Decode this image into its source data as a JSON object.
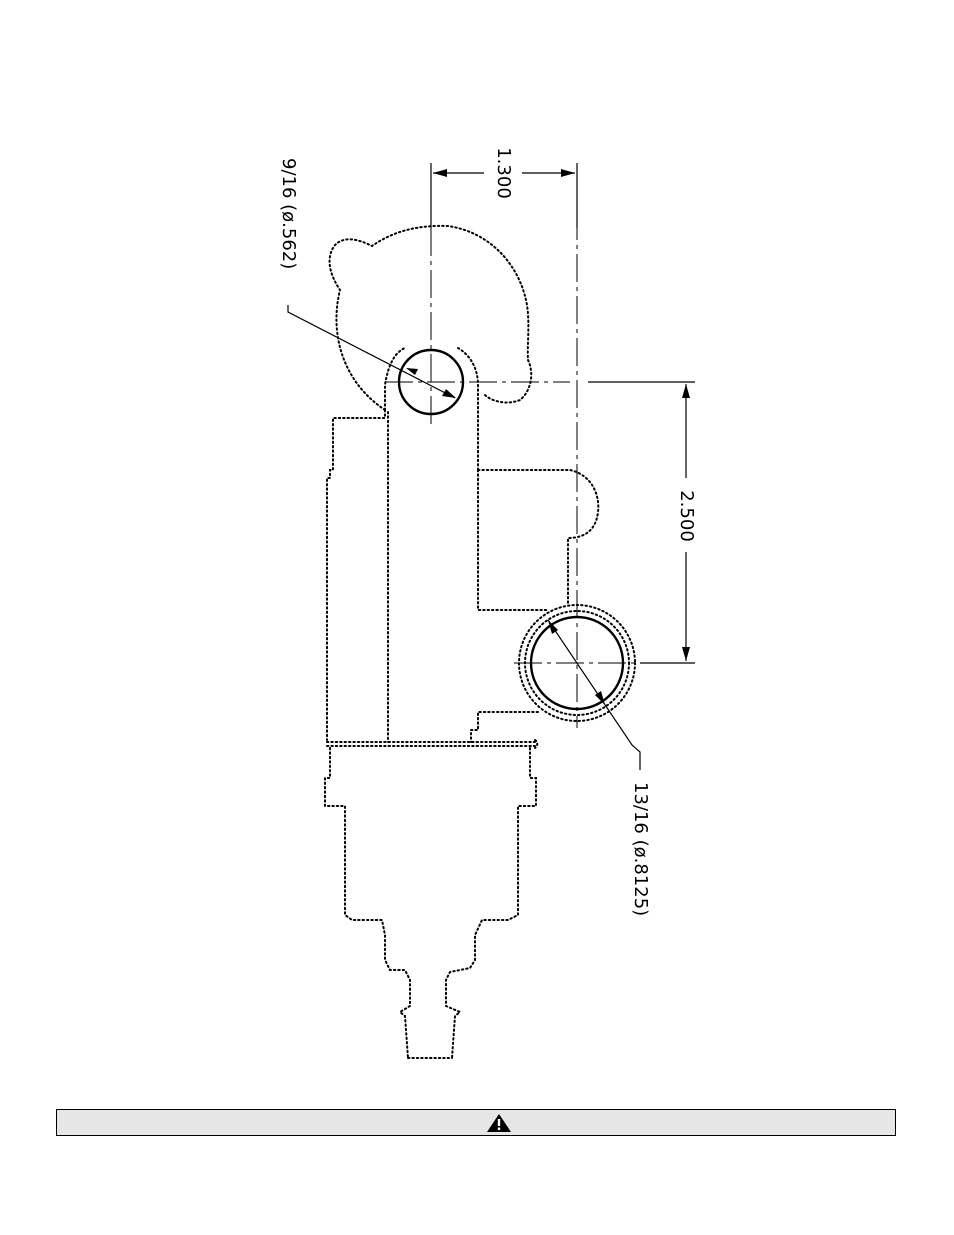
{
  "dimensions": {
    "horizontal_spacing": "1.300",
    "vertical_spacing": "2.500"
  },
  "callouts": {
    "small_hole": "9/16  (ø.562)",
    "large_hole": "13/16  (ø.8125)"
  },
  "warning_bar": {
    "icon": "warning-triangle-icon",
    "background": "#e6e6e6"
  }
}
